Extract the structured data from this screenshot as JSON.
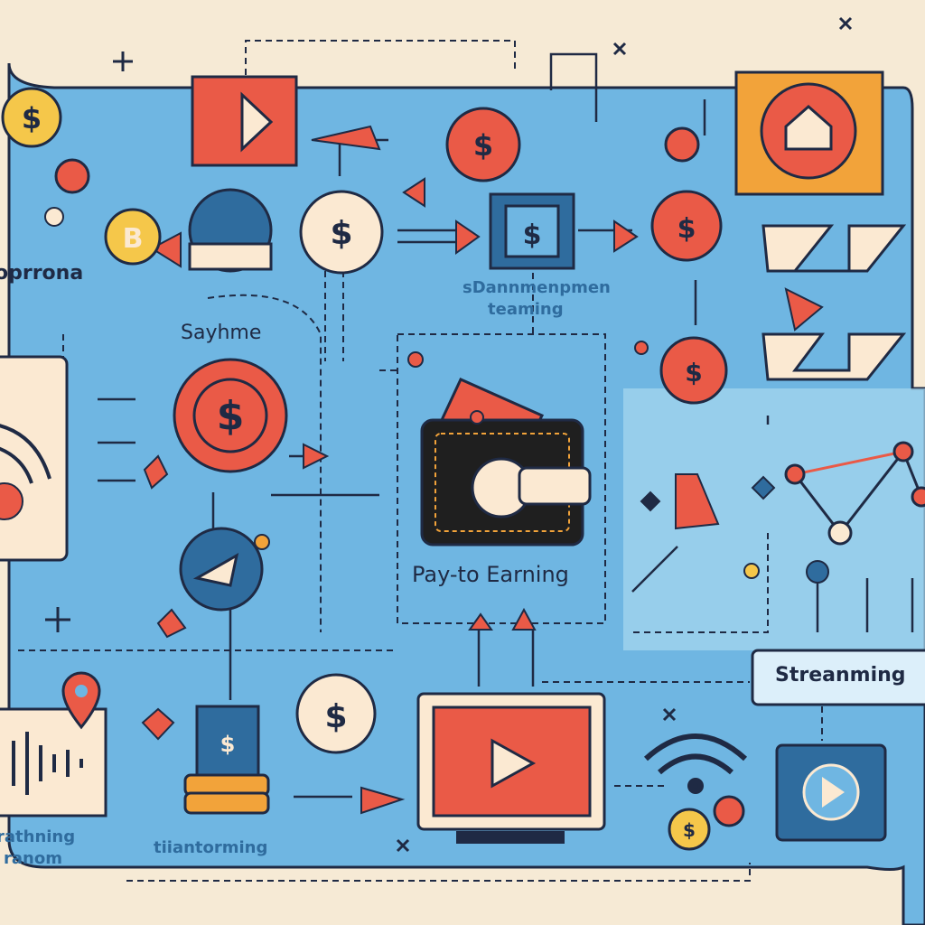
{
  "labels": {
    "top_left_text": "oprrona",
    "center_top_text": "sDannmenpmen",
    "center_top_subtext": "teaming",
    "left_panel_title": "Sayhme",
    "wallet_caption": "Pay-to Earning",
    "streaming_box": "Streanming",
    "bottom_left_text": "rathning",
    "bottom_left_subtext": "ranom",
    "bottom_mid_text": "tiiantorming"
  },
  "symbols": {
    "dollar": "$",
    "bitcoin": "B",
    "plus": "+",
    "cross": "×"
  },
  "colors": {
    "background": "#f6ead5",
    "panel": "#6fb6e2",
    "panel_light": "#a8d8f0",
    "accent_red": "#ea5a47",
    "accent_orange": "#f2a33a",
    "accent_yellow": "#f5c74a",
    "coin_fill": "#fbe9d2",
    "dark_navy": "#1f2a44",
    "icon_blue": "#2f6c9e"
  },
  "icons": [
    "coin-icon",
    "play-icon",
    "wallet-icon",
    "streaming-icon",
    "location-pin-icon",
    "waveform-icon",
    "rocket-icon",
    "home-icon",
    "monitor-icon",
    "wifi-icon"
  ]
}
